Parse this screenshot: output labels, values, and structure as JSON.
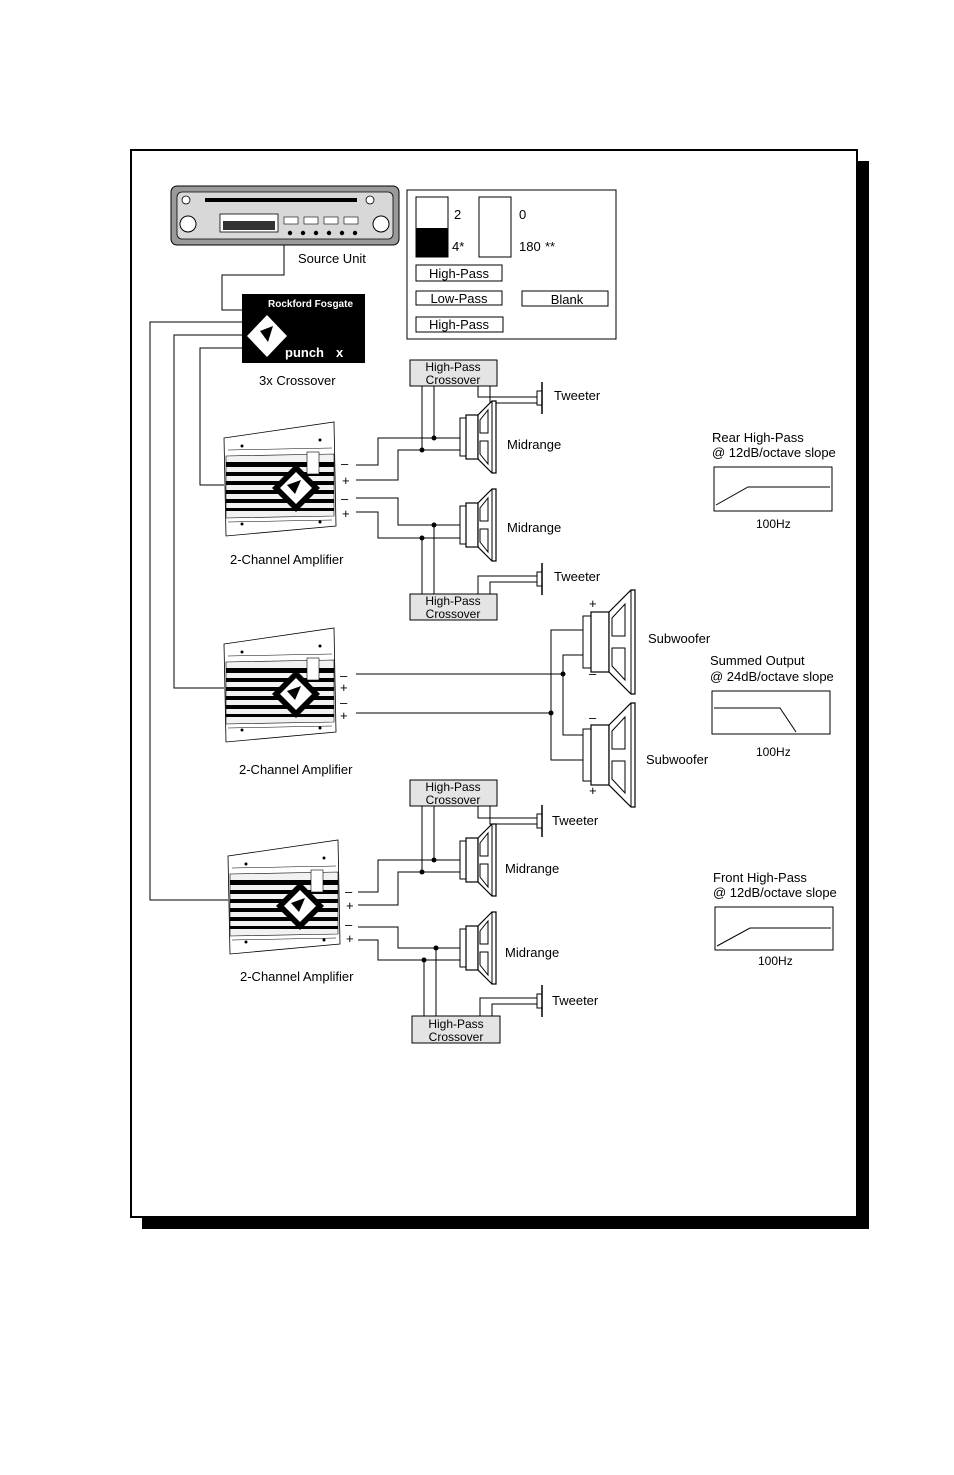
{
  "source_unit": {
    "label": "Source Unit"
  },
  "crossover": {
    "brand": "Rockford Fosgate",
    "model": "punch",
    "suffix": "x",
    "label": "3x Crossover"
  },
  "settings_panel": {
    "switch_a_top": "2",
    "switch_a_bottom": "4*",
    "switch_b_top": "0",
    "switch_b_bottom": "180",
    "switch_b_note": "**",
    "filter_1": "High-Pass",
    "filter_2": "Low-Pass",
    "filter_3": "High-Pass",
    "filter_4": "Blank"
  },
  "amplifiers": {
    "rear": {
      "label": "2-Channel Amplifier"
    },
    "sub": {
      "label": "2-Channel Amplifier"
    },
    "front": {
      "label": "2-Channel Amplifier"
    }
  },
  "speakers": {
    "tweeter": "Tweeter",
    "midrange": "Midrange",
    "subwoofer": "Subwoofer"
  },
  "passive_crossover": {
    "line1": "High-Pass",
    "line2": "Crossover"
  },
  "polarity": {
    "minus": "–",
    "plus": "+"
  },
  "responses": {
    "rear": {
      "line1": "Rear High-Pass",
      "line2": "@ 12dB/octave slope",
      "freq": "100Hz"
    },
    "summed": {
      "line1": "Summed Output",
      "line2": "@ 24dB/octave slope",
      "freq": "100Hz"
    },
    "front": {
      "line1": "Front High-Pass",
      "line2": "@ 12dB/octave slope",
      "freq": "100Hz"
    }
  }
}
